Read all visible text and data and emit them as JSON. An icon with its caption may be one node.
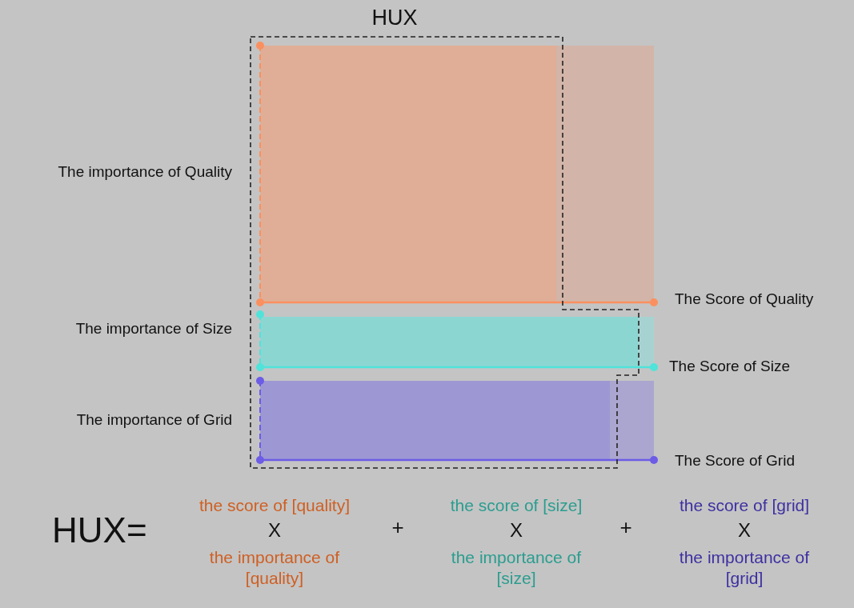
{
  "diagram": {
    "nodes": [
      {
        "text": [
          "HUX"
        ]
      }
    ],
    "edges": [],
    "labels": [
      "The importance of Quality",
      "The Score of Quality",
      "The importance of Size",
      "The Score of Size",
      "The importance of Grid",
      "The Score of Grid",
      "HUX=",
      "the score of [quality]",
      "X",
      "the importance of [quality]",
      "+",
      "the score of [size]",
      "X",
      "the importance of [size]",
      "+",
      "the score of [grid]",
      "X",
      "the importance of [grid]"
    ]
  }
}
